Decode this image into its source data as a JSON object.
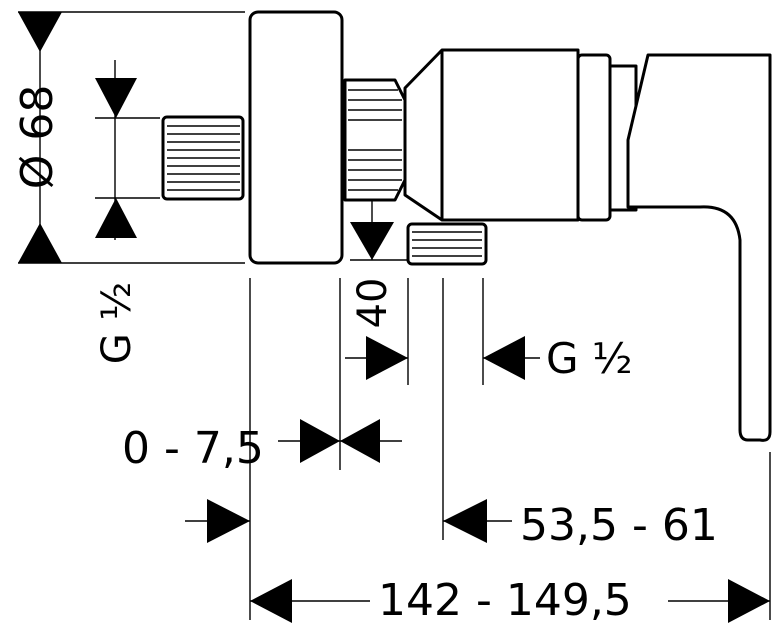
{
  "dimensions": {
    "outer_diameter": "Ø 68",
    "inlet_thread": "G ½",
    "outlet_thread": "G ½",
    "depth": "40",
    "adjustment_range": "0 - 7,5",
    "outlet_distance": "53,5 - 61",
    "total_length": "142 - 149,5"
  }
}
